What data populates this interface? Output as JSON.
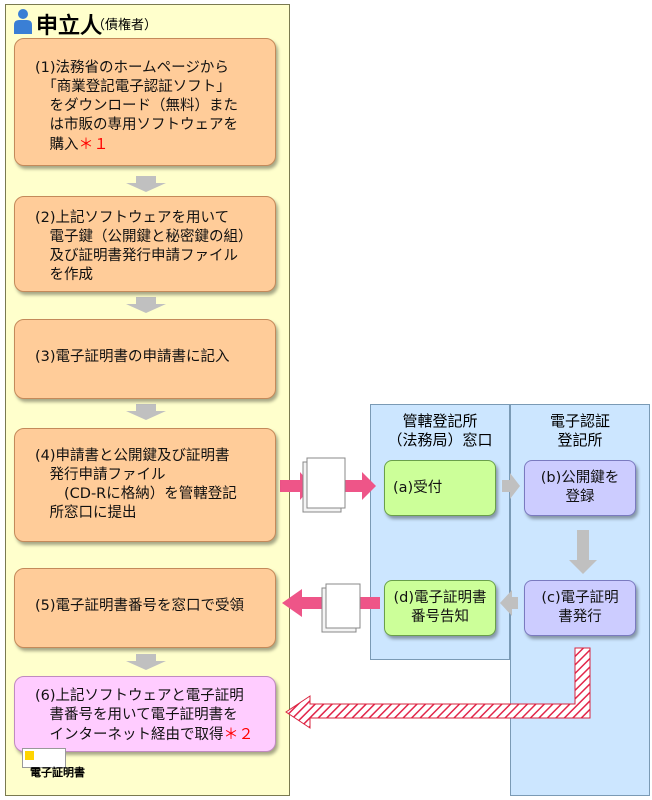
{
  "applicant": {
    "title": "申立人",
    "subtitle": "（債権者）"
  },
  "registry_office": {
    "title": "管轄登記所\n（法務局）窓口"
  },
  "cert_office": {
    "title": "電子認証\n登記所"
  },
  "steps": [
    {
      "id": "1",
      "text": "(1)法務省のホームページから\n　「商業登記電子認証ソフト」\n　をダウンロード（無料）また\n　は市販の専用ソフトウェアを\n　購入",
      "mark": "＊１"
    },
    {
      "id": "2",
      "text": "(2)上記ソフトウェアを用いて\n　電子鍵（公開鍵と秘密鍵の組）\n　及び証明書発行申請ファイル\n　を作成",
      "mark": ""
    },
    {
      "id": "3",
      "text": "(3)電子証明書の申請書に記入",
      "mark": ""
    },
    {
      "id": "4",
      "text": "(4)申請書と公開鍵及び証明書\n　発行申請ファイル\n　　(CD-Rに格納）を管轄登記\n　所窓口に提出",
      "mark": ""
    },
    {
      "id": "5",
      "text": "(5)電子証明書番号を窓口で受領",
      "mark": ""
    },
    {
      "id": "6",
      "text": "(6)上記ソフトウェアと電子証明\n　書番号を用いて電子証明書を\n　インターネット経由で取得",
      "mark": "＊２"
    }
  ],
  "office_steps": {
    "a": "(a)受付",
    "b": "(b)公開鍵を\n登録",
    "c": "(c)電子証明\n書発行",
    "d": "(d)電子証明書\n番号告知"
  },
  "certificate_label": "電子証明書",
  "colors": {
    "applicant_bg": "#ffffcc",
    "office_bg": "#cce6ff",
    "step_box": "#ffcc99",
    "step6_box": "#ffccff",
    "green_box": "#ccff99",
    "purple_box": "#ccccff",
    "pink_arrow": "#ee5588",
    "gray_arrow": "#c0c0c0",
    "note_red": "#ff0000"
  }
}
